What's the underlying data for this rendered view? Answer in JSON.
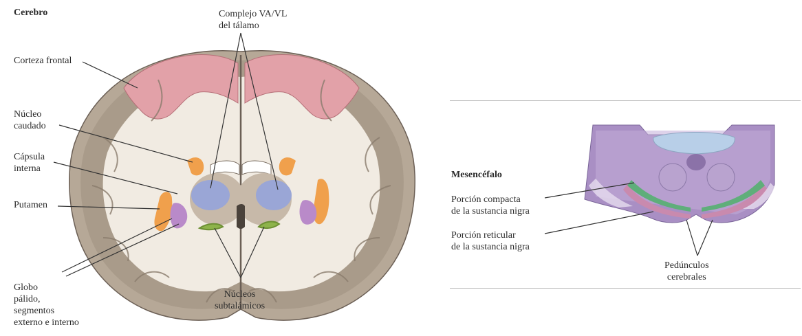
{
  "brain_panel": {
    "title": "Cerebro",
    "labels": {
      "va_vl": "Complejo VA/VL\ndel tálamo",
      "frontal": "Corteza frontal",
      "caudate": "Núcleo\ncaudado",
      "capsule": "Cápsula\ninterna",
      "putamen": "Putamen",
      "globus": "Globo\npálido,\nsegmentos\nexterno e interno",
      "subthalamic": "Núcleos\nsubtalámicos"
    }
  },
  "midbrain_panel": {
    "title": "Mesencéfalo",
    "labels": {
      "compacta": "Porción compacta\nde la sustancia nigra",
      "reticulata": "Porción reticular\nde la sustancia nigra",
      "peduncles": "Pedúnculos\ncerebrales"
    }
  },
  "colors": {
    "cortex": "#d9a3a8",
    "white_matter": "#f1ebe2",
    "gray_matter": "#c7b9a9",
    "thalamus_vavl": "#9aa6d6",
    "striatum": "#f0a04c",
    "globus_pallidus": "#b98ac9",
    "subthalamic": "#8db34a",
    "midbrain": "#a98fc4",
    "compacta": "#5fae7a",
    "reticulata": "#c98aae",
    "tectum": "#b8cfe8"
  }
}
